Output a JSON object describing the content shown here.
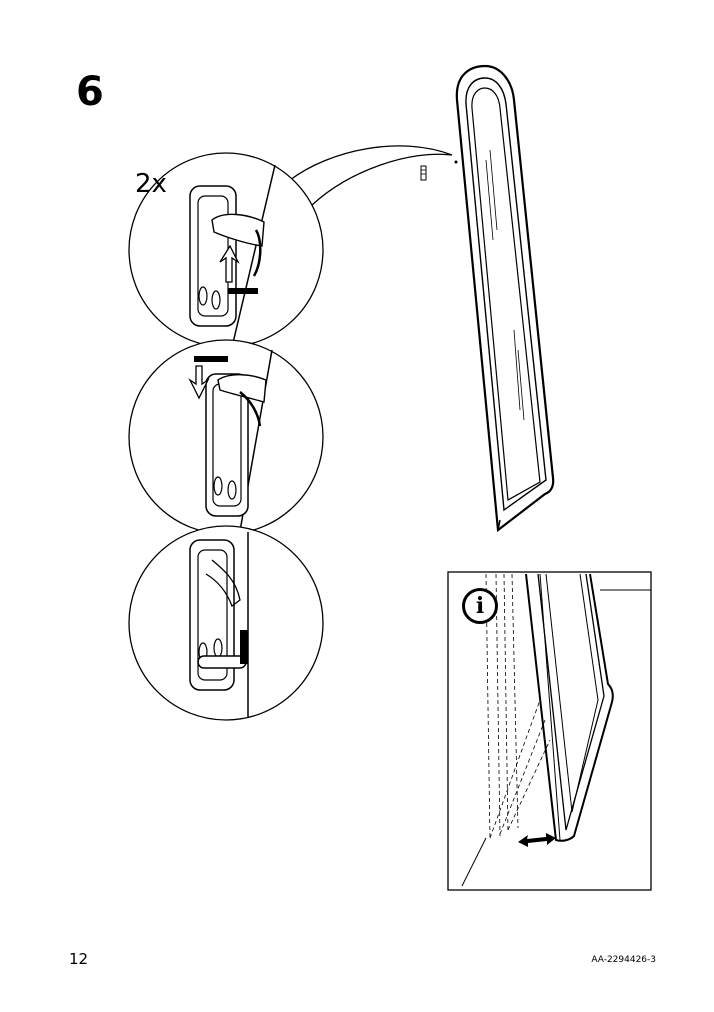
{
  "step": {
    "number": "6"
  },
  "callout": {
    "quantity": "2x"
  },
  "icons": {
    "info": "info-icon",
    "info_glyph": "i"
  },
  "footer": {
    "page_number": "12",
    "document_code": "AA-2294426-3"
  }
}
